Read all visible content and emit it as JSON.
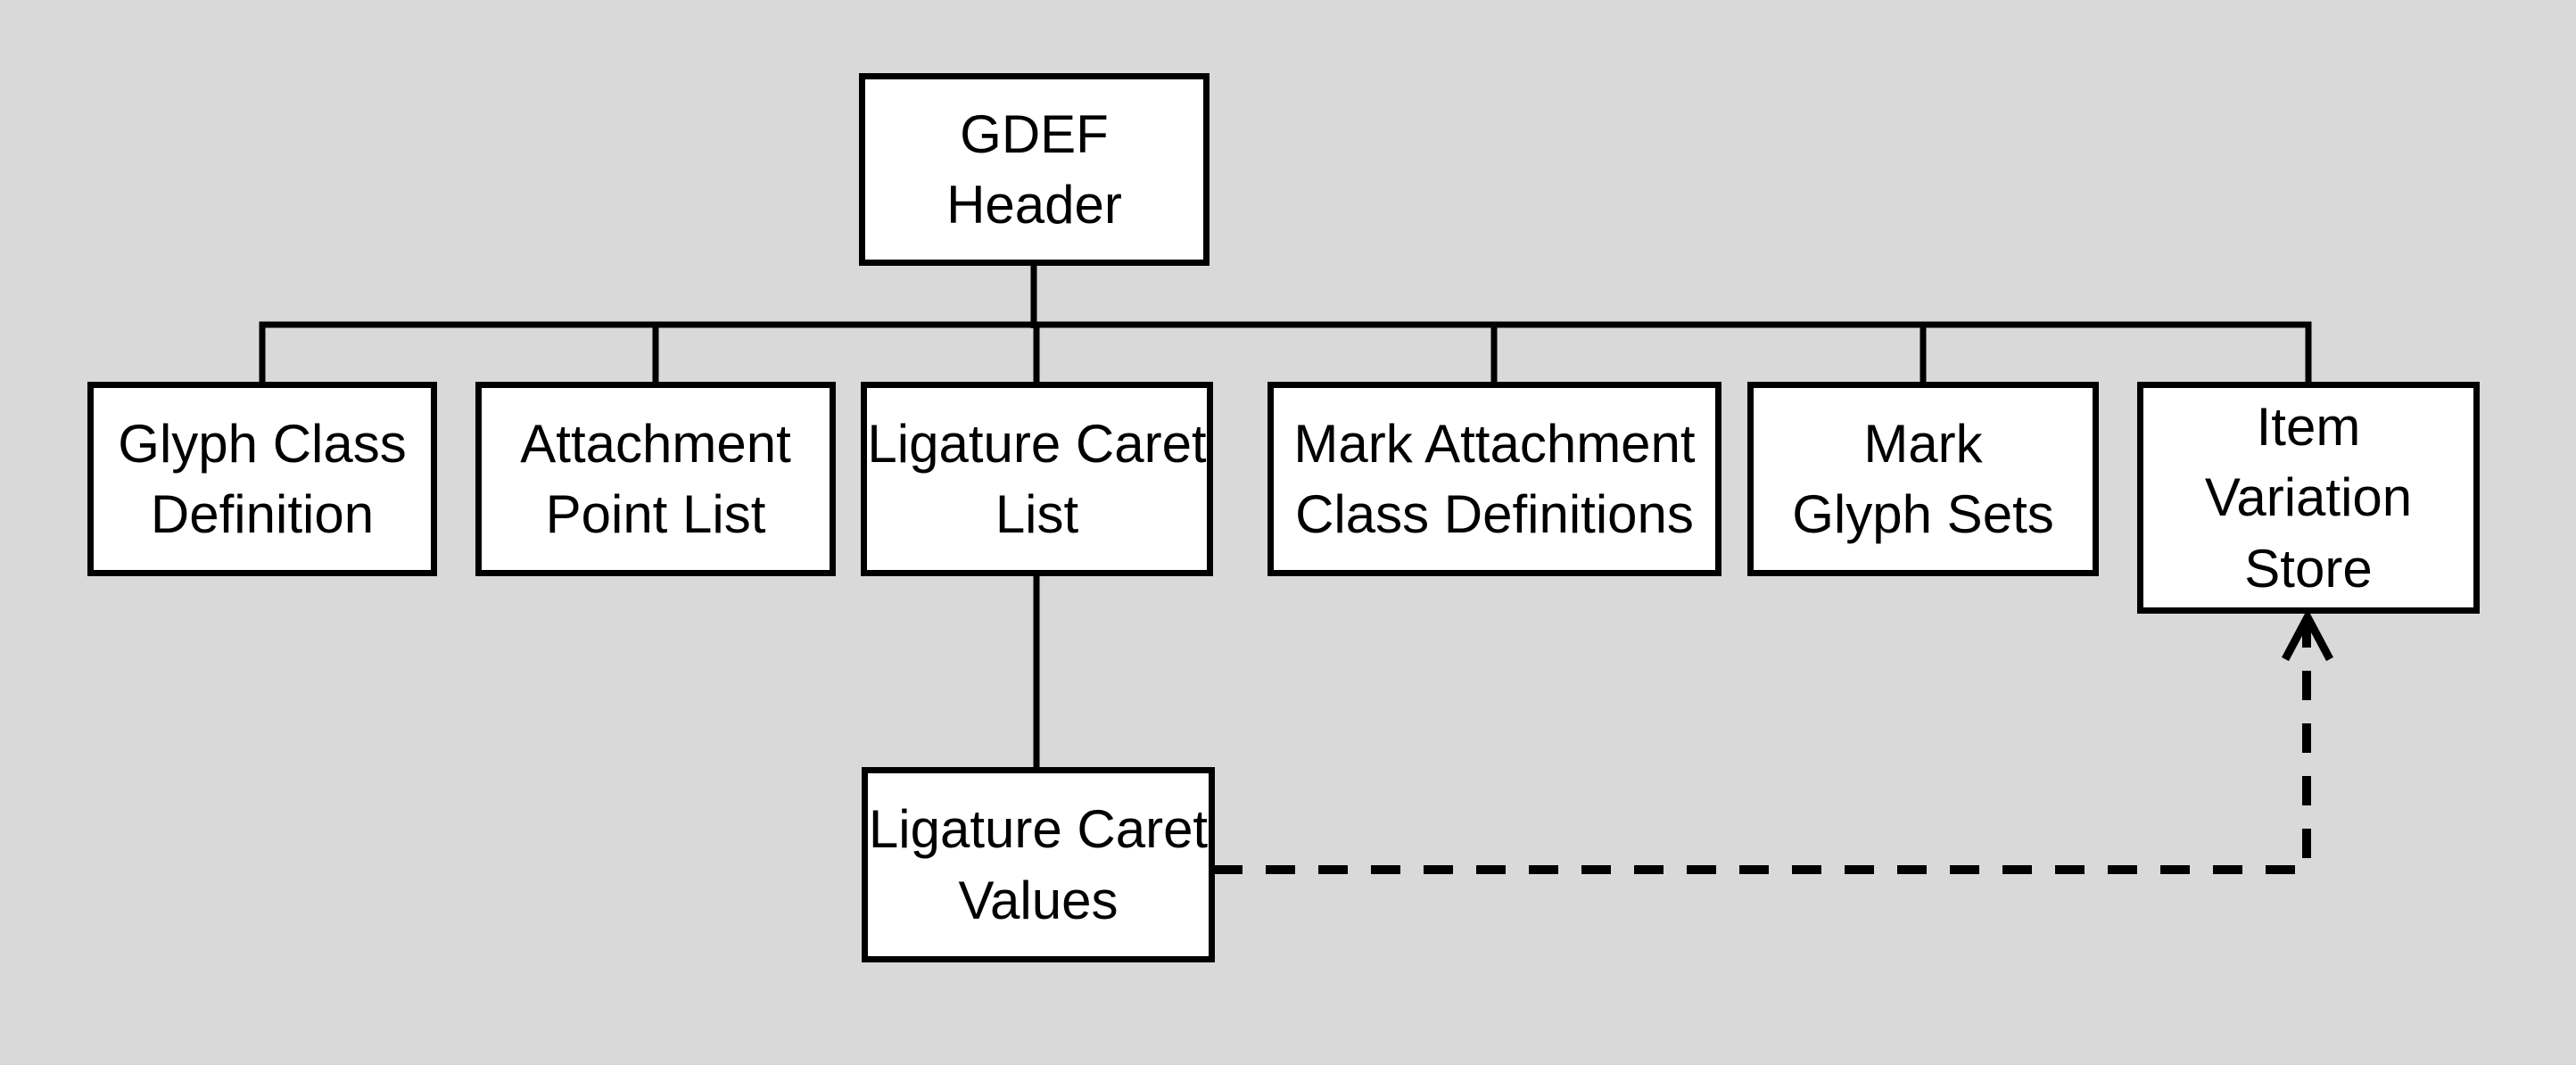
{
  "colors": {
    "background": "#d9d9d9",
    "box_fill": "#ffffff",
    "box_border": "#000000",
    "line": "#000000",
    "text": "#000000"
  },
  "diagram": {
    "title": "GDEF table structure diagram",
    "root": {
      "label": [
        "GDEF",
        "Header"
      ]
    },
    "children": [
      {
        "label": [
          "Glyph Class",
          "Definition"
        ]
      },
      {
        "label": [
          "Attachment",
          "Point List"
        ]
      },
      {
        "label": [
          "Ligature Caret",
          "List"
        ]
      },
      {
        "label": [
          "Mark Attachment",
          "Class Definitions"
        ]
      },
      {
        "label": [
          "Mark",
          "Glyph Sets"
        ]
      },
      {
        "label": [
          "Item",
          "Variation",
          "Store"
        ]
      }
    ],
    "detail": {
      "label": [
        "Ligature Caret",
        "Values"
      ]
    },
    "edges": {
      "solid": "parent-child links",
      "dashed": "Ligature Caret Values references Item Variation Store"
    }
  }
}
